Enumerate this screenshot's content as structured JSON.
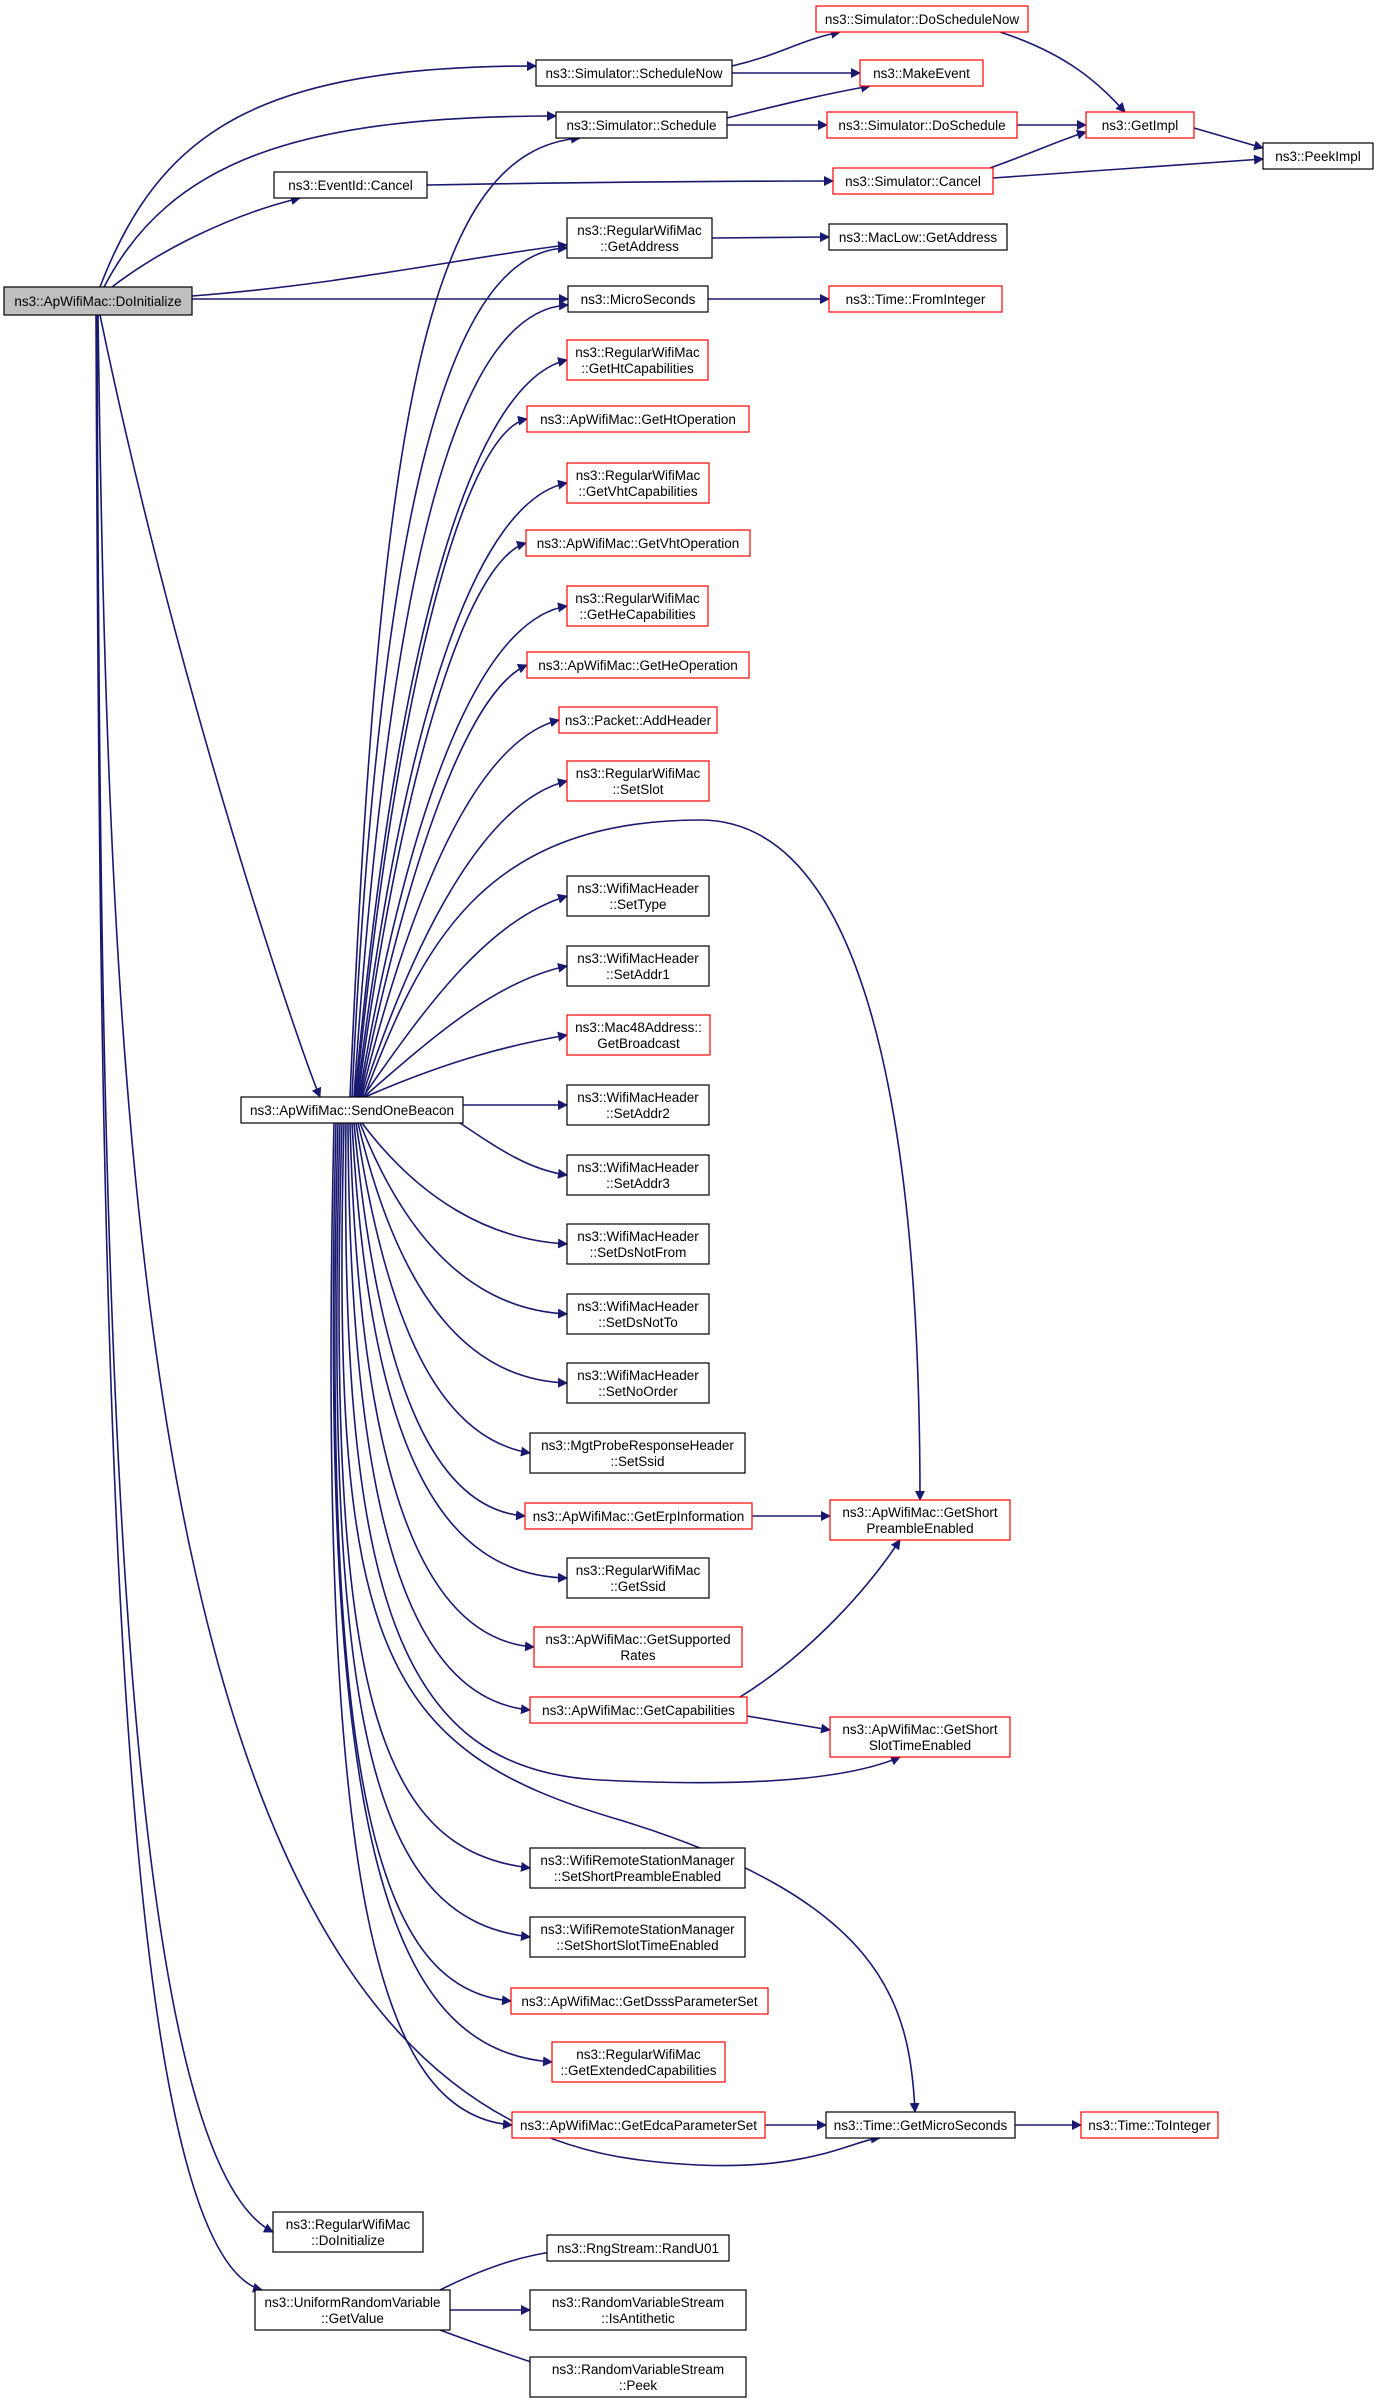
{
  "colors": {
    "edge": "#191970",
    "normal_border": "#000000",
    "truncated_border": "#ff0000",
    "root_fill": "#bfbfbf"
  },
  "nodes": [
    {
      "id": "doinit",
      "lines": [
        "ns3::ApWifiMac::DoInitialize"
      ],
      "style": "root"
    },
    {
      "id": "schednow",
      "lines": [
        "ns3::Simulator::ScheduleNow"
      ],
      "style": "normal"
    },
    {
      "id": "sched",
      "lines": [
        "ns3::Simulator::Schedule"
      ],
      "style": "normal"
    },
    {
      "id": "cancel",
      "lines": [
        "ns3::EventId::Cancel"
      ],
      "style": "normal"
    },
    {
      "id": "rwm_getaddr",
      "lines": [
        "ns3::RegularWifiMac",
        "::GetAddress"
      ],
      "style": "normal"
    },
    {
      "id": "micro",
      "lines": [
        "ns3::MicroSeconds"
      ],
      "style": "normal"
    },
    {
      "id": "dosnow",
      "lines": [
        "ns3::Simulator::DoScheduleNow"
      ],
      "style": "red"
    },
    {
      "id": "makeevent",
      "lines": [
        "ns3::MakeEvent"
      ],
      "style": "red"
    },
    {
      "id": "dosched",
      "lines": [
        "ns3::Simulator::DoSchedule"
      ],
      "style": "red"
    },
    {
      "id": "simcancel",
      "lines": [
        "ns3::Simulator::Cancel"
      ],
      "style": "red"
    },
    {
      "id": "getimpl",
      "lines": [
        "ns3::GetImpl"
      ],
      "style": "red"
    },
    {
      "id": "peekimpl",
      "lines": [
        "ns3::PeekImpl"
      ],
      "style": "normal"
    },
    {
      "id": "maclow",
      "lines": [
        "ns3::MacLow::GetAddress"
      ],
      "style": "normal"
    },
    {
      "id": "frominteger",
      "lines": [
        "ns3::Time::FromInteger"
      ],
      "style": "red"
    },
    {
      "id": "gethtcap",
      "lines": [
        "ns3::RegularWifiMac",
        "::GetHtCapabilities"
      ],
      "style": "red"
    },
    {
      "id": "gethtop",
      "lines": [
        "ns3::ApWifiMac::GetHtOperation"
      ],
      "style": "red"
    },
    {
      "id": "getvhtcap",
      "lines": [
        "ns3::RegularWifiMac",
        "::GetVhtCapabilities"
      ],
      "style": "red"
    },
    {
      "id": "getvhtop",
      "lines": [
        "ns3::ApWifiMac::GetVhtOperation"
      ],
      "style": "red"
    },
    {
      "id": "gethecap",
      "lines": [
        "ns3::RegularWifiMac",
        "::GetHeCapabilities"
      ],
      "style": "red"
    },
    {
      "id": "getheop",
      "lines": [
        "ns3::ApWifiMac::GetHeOperation"
      ],
      "style": "red"
    },
    {
      "id": "addheader",
      "lines": [
        "ns3::Packet::AddHeader"
      ],
      "style": "red"
    },
    {
      "id": "setslot",
      "lines": [
        "ns3::RegularWifiMac",
        "::SetSlot"
      ],
      "style": "red"
    },
    {
      "id": "settype",
      "lines": [
        "ns3::WifiMacHeader",
        "::SetType"
      ],
      "style": "normal"
    },
    {
      "id": "setaddr1",
      "lines": [
        "ns3::WifiMacHeader",
        "::SetAddr1"
      ],
      "style": "normal"
    },
    {
      "id": "getbcast",
      "lines": [
        "ns3::Mac48Address::",
        "GetBroadcast"
      ],
      "style": "red"
    },
    {
      "id": "sendbeacon",
      "lines": [
        "ns3::ApWifiMac::SendOneBeacon"
      ],
      "style": "normal"
    },
    {
      "id": "setaddr2",
      "lines": [
        "ns3::WifiMacHeader",
        "::SetAddr2"
      ],
      "style": "normal"
    },
    {
      "id": "setaddr3",
      "lines": [
        "ns3::WifiMacHeader",
        "::SetAddr3"
      ],
      "style": "normal"
    },
    {
      "id": "setdsnotfrom",
      "lines": [
        "ns3::WifiMacHeader",
        "::SetDsNotFrom"
      ],
      "style": "normal"
    },
    {
      "id": "setdsnotto",
      "lines": [
        "ns3::WifiMacHeader",
        "::SetDsNotTo"
      ],
      "style": "normal"
    },
    {
      "id": "setnoorder",
      "lines": [
        "ns3::WifiMacHeader",
        "::SetNoOrder"
      ],
      "style": "normal"
    },
    {
      "id": "setssid",
      "lines": [
        "ns3::MgtProbeResponseHeader",
        "::SetSsid"
      ],
      "style": "normal"
    },
    {
      "id": "geterp",
      "lines": [
        "ns3::ApWifiMac::GetErpInformation"
      ],
      "style": "red"
    },
    {
      "id": "getssid",
      "lines": [
        "ns3::RegularWifiMac",
        "::GetSsid"
      ],
      "style": "normal"
    },
    {
      "id": "getsuprates",
      "lines": [
        "ns3::ApWifiMac::GetSupported",
        "Rates"
      ],
      "style": "red"
    },
    {
      "id": "getcaps",
      "lines": [
        "ns3::ApWifiMac::GetCapabilities"
      ],
      "style": "red"
    },
    {
      "id": "shortpreamble",
      "lines": [
        "ns3::ApWifiMac::GetShort",
        "PreambleEnabled"
      ],
      "style": "red"
    },
    {
      "id": "shortslot",
      "lines": [
        "ns3::ApWifiMac::GetShort",
        "SlotTimeEnabled"
      ],
      "style": "red"
    },
    {
      "id": "rsm_pre",
      "lines": [
        "ns3::WifiRemoteStationManager",
        "::SetShortPreambleEnabled"
      ],
      "style": "normal"
    },
    {
      "id": "rsm_slot",
      "lines": [
        "ns3::WifiRemoteStationManager",
        "::SetShortSlotTimeEnabled"
      ],
      "style": "normal"
    },
    {
      "id": "dsss",
      "lines": [
        "ns3::ApWifiMac::GetDsssParameterSet"
      ],
      "style": "red"
    },
    {
      "id": "extcaps",
      "lines": [
        "ns3::RegularWifiMac",
        "::GetExtendedCapabilities"
      ],
      "style": "red"
    },
    {
      "id": "edca",
      "lines": [
        "ns3::ApWifiMac::GetEdcaParameterSet"
      ],
      "style": "red"
    },
    {
      "id": "getmicro",
      "lines": [
        "ns3::Time::GetMicroSeconds"
      ],
      "style": "normal"
    },
    {
      "id": "tointeger",
      "lines": [
        "ns3::Time::ToInteger"
      ],
      "style": "red"
    },
    {
      "id": "rwm_doinit",
      "lines": [
        "ns3::RegularWifiMac",
        "::DoInitialize"
      ],
      "style": "normal"
    },
    {
      "id": "getvalue",
      "lines": [
        "ns3::UniformRandomVariable",
        "::GetValue"
      ],
      "style": "normal"
    },
    {
      "id": "randu01",
      "lines": [
        "ns3::RngStream::RandU01"
      ],
      "style": "normal"
    },
    {
      "id": "isanti",
      "lines": [
        "ns3::RandomVariableStream",
        "::IsAntithetic"
      ],
      "style": "normal"
    },
    {
      "id": "peek",
      "lines": [
        "ns3::RandomVariableStream",
        "::Peek"
      ],
      "style": "normal"
    }
  ]
}
